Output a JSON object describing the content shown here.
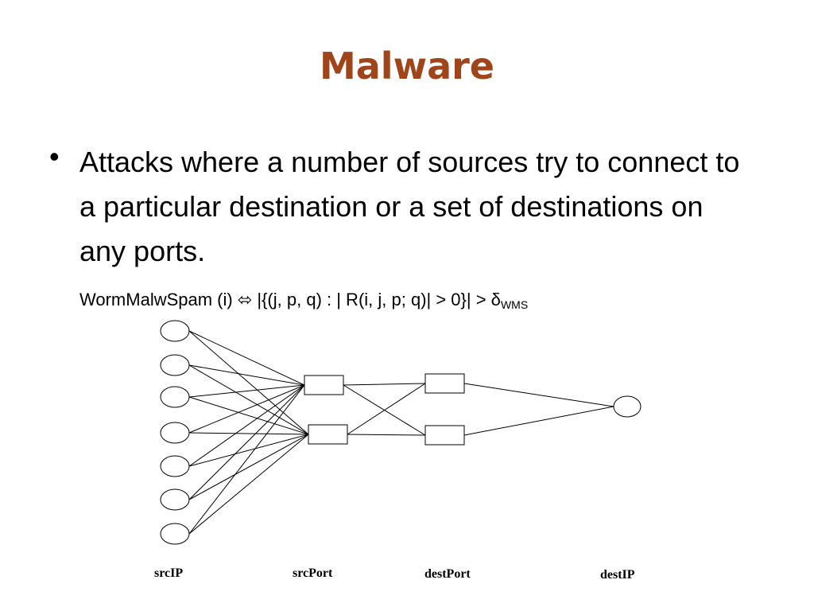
{
  "slide": {
    "title": "Malware",
    "bullet": {
      "marker": "•",
      "text": "Attacks where a number of sources try to connect to a particular destination or a set of destinations on any ports."
    },
    "formula": {
      "main": "WormMalwSpam (i) ⬄ |{(j, p, q) : | R(i, j, p; q)| > 0}| > δ",
      "subscript": "WMS"
    }
  },
  "diagram": {
    "labels": {
      "src_ip": "srcIP",
      "src_port": "srcPort",
      "dest_port": "destPort",
      "dest_ip": "destIP"
    },
    "colors": {
      "stroke": "#000000",
      "fill": "#ffffff"
    }
  }
}
